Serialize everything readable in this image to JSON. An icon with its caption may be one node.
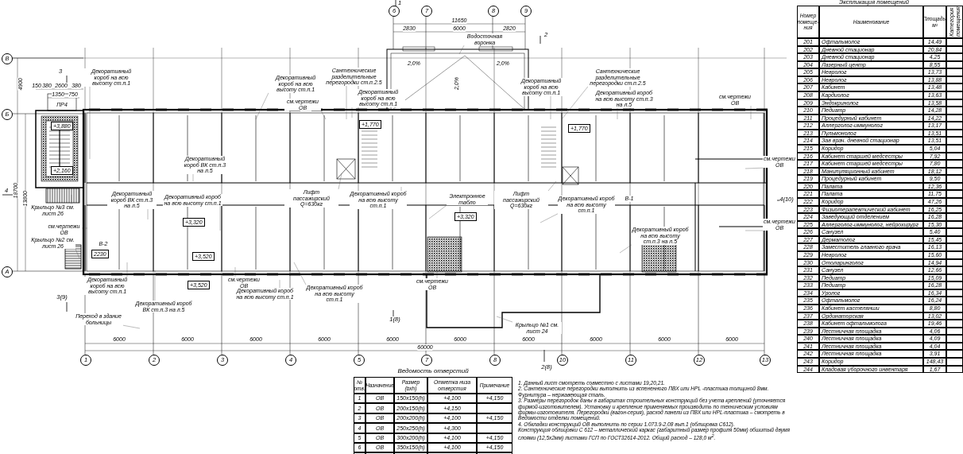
{
  "diagram": {
    "nodes": [
      {
        "text": [
          "Декоративный короб на всю высоту ст.п.1"
        ]
      },
      {
        "text": [
          "Сантехнические разделительные перегородки ст.п.2.5"
        ]
      },
      {
        "text": [
          "Декоративный короб на всю высоту ст.п.1"
        ]
      },
      {
        "text": [
          "Декоративный короб на всю высоту ст.п.1"
        ]
      },
      {
        "text": [
          "Сантехнические разделительные перегородки ст.п.2.5"
        ]
      },
      {
        "text": [
          "Декоративный короб на всю высоту ст.п.1"
        ]
      },
      {
        "text": [
          "Декоративный короб на всю высоту ст.п.3 на л.5"
        ]
      },
      {
        "text": [
          "см.чертежи ОВ"
        ]
      },
      {
        "text": [
          "см.чертежи ОВ"
        ]
      },
      {
        "text": [
          "Декоративный короб ВК ст.п.3 на л.5"
        ]
      },
      {
        "text": [
          "Декоративный короб ВК ст.п.3 на л.5"
        ]
      },
      {
        "text": [
          "Декоративный короб на всю высоту ст.п.1"
        ]
      },
      {
        "text": [
          "Лифт пассажирский Q=630кг"
        ]
      },
      {
        "text": [
          "Декоративный короб на всю высоту ст.п.1"
        ]
      },
      {
        "text": [
          "Электронное табло"
        ]
      },
      {
        "text": [
          "Лифт пассажирский Q=630кг"
        ]
      },
      {
        "text": [
          "Декоративный короб на всю высоту ст.п.1"
        ]
      },
      {
        "text": [
          "см.чертежи ОВ"
        ]
      },
      {
        "text": [
          "см.чертежи ОВ"
        ]
      },
      {
        "text": [
          "Декоративный короб на всю высоту ст.п.3 на л.5"
        ]
      },
      {
        "text": [
          "Крыльцо №3 см. лист 26"
        ]
      },
      {
        "text": [
          "см.чертежи ОВ"
        ]
      },
      {
        "text": [
          "Крыльцо №2 см. лист 26"
        ]
      },
      {
        "text": [
          "Декоративный короб на всю высоту ст.п.1"
        ]
      },
      {
        "text": [
          "Декоративный короб ВК ст.п.3 на л.5"
        ]
      },
      {
        "text": [
          "см.чертежи ОВ"
        ]
      },
      {
        "text": [
          "Декоративный короб на всю высоту ст.п.1"
        ]
      },
      {
        "text": [
          "Декоративный короб на всю высоту ст.п.1"
        ]
      },
      {
        "text": [
          "Переход в здание больницы"
        ]
      },
      {
        "text": [
          "Крыльцо №1 см. лист 24"
        ]
      },
      {
        "text": [
          "Водосточная воронка"
        ]
      },
      {
        "text": [
          "см.чертежи ОВ"
        ]
      }
    ],
    "edges": [
      {
        "from": 0,
        "to": null,
        "arrow": "none"
      },
      {
        "from": 1,
        "to": null,
        "arrow": "none"
      },
      {
        "from": 2,
        "to": null,
        "arrow": "none"
      },
      {
        "from": 3,
        "to": null,
        "arrow": "none"
      },
      {
        "from": 4,
        "to": null,
        "arrow": "none"
      },
      {
        "from": 5,
        "to": null,
        "arrow": "none"
      },
      {
        "from": 6,
        "to": null,
        "arrow": "none"
      },
      {
        "from": 7,
        "to": null,
        "arrow": "none"
      },
      {
        "from": 8,
        "to": null,
        "arrow": "none"
      },
      {
        "from": 9,
        "to": null,
        "arrow": "none"
      },
      {
        "from": 10,
        "to": null,
        "arrow": "none"
      },
      {
        "from": 11,
        "to": null,
        "arrow": "none"
      },
      {
        "from": 12,
        "to": null,
        "arrow": "none"
      },
      {
        "from": 13,
        "to": null,
        "arrow": "none"
      },
      {
        "from": 14,
        "to": null,
        "arrow": "none"
      },
      {
        "from": 15,
        "to": null,
        "arrow": "none"
      },
      {
        "from": 16,
        "to": null,
        "arrow": "none"
      },
      {
        "from": 17,
        "to": null,
        "arrow": "none"
      },
      {
        "from": 18,
        "to": null,
        "arrow": "none"
      },
      {
        "from": 19,
        "to": null,
        "arrow": "none"
      },
      {
        "from": 20,
        "to": null,
        "arrow": "none"
      },
      {
        "from": 21,
        "to": null,
        "arrow": "none"
      },
      {
        "from": 22,
        "to": null,
        "arrow": "none"
      },
      {
        "from": 23,
        "to": null,
        "arrow": "none"
      },
      {
        "from": 24,
        "to": null,
        "arrow": "none"
      },
      {
        "from": 25,
        "to": null,
        "arrow": "none"
      },
      {
        "from": 26,
        "to": null,
        "arrow": "none"
      },
      {
        "from": 27,
        "to": null,
        "arrow": "none"
      },
      {
        "from": 28,
        "to": null,
        "arrow": "none"
      },
      {
        "from": 29,
        "to": null,
        "arrow": "none"
      },
      {
        "from": 30,
        "to": null,
        "arrow": "none"
      },
      {
        "from": 31,
        "to": null,
        "arrow": "none"
      }
    ],
    "labels": [
      "1",
      "6",
      "7",
      "8",
      "9",
      "11650",
      "2830",
      "6000",
      "2820",
      "2",
      "В",
      "2,0%",
      "2,0%",
      "4900",
      "3",
      "150",
      "380",
      "2600",
      "380",
      "1350",
      "750",
      "2,0%",
      "ПР4",
      "Б",
      "+3,880",
      "+1,770",
      "+1,770",
      "+2,160",
      "18700",
      "13800",
      "4",
      "В-1",
      "4(10)",
      "+3,320",
      "+3,320",
      "В-2",
      "2230",
      "+3,520",
      "А",
      "+3,520",
      "3(9)",
      "1(8)",
      "6000",
      "6000",
      "6000",
      "6000",
      "6000",
      "6000",
      "6000",
      "6000",
      "6000",
      "6000",
      "60000",
      "1",
      "2",
      "3",
      "4",
      "5",
      "7",
      "8",
      "10",
      "11",
      "12",
      "13",
      "2(8)",
      "Экспликация помещений",
      "Номер помеще-ния",
      "Наименование",
      "Площадь, м²",
      "Категория помещения",
      "201",
      "Офтальмолог",
      "14,49",
      "202",
      "Дневной стационар",
      "20,84",
      "203",
      "Дневной стационар",
      "4,25",
      "204",
      "Лазерный центр",
      "8,55",
      "205",
      "Невролог",
      "13,73",
      "206",
      "Невролог",
      "13,88",
      "207",
      "Кабинет",
      "13,48",
      "208",
      "Кардиолог",
      "13,63",
      "209",
      "Эндокринолог",
      "13,58",
      "210",
      "Педиатр",
      "14,28",
      "211",
      "Процедурный кабинет",
      "14,22",
      "212",
      "Аллерголог-иммунолог",
      "13,17",
      "213",
      "Пульмонолог",
      "13,51",
      "214",
      "Зав врач. дневной стационар",
      "13,51",
      "215",
      "Коридор",
      "5,04",
      "216",
      "Кабинет старшей медсестры",
      "7,92",
      "217",
      "Кабинет старшей медсестры",
      "7,80",
      "218",
      "Манипуляционный кабинет",
      "18,12",
      "219",
      "Процедурный кабинет",
      "9,50",
      "220",
      "Палата",
      "12,36",
      "221",
      "Палата",
      "11,75",
      "222",
      "Коридор",
      "47,26",
      "223",
      "Физиотерапевтический кабинет",
      "16,25",
      "224",
      "Заведующий отделением",
      "16,28",
      "225",
      "Аллерголог-иммунолог, нейрохирург",
      "15,30",
      "226",
      "Санузел",
      "5,40",
      "227",
      "Дерматолог",
      "15,45",
      "228",
      "Заместитель главного врача",
      "16,13",
      "229",
      "Невролог",
      "15,60",
      "230",
      "Отоларинголог",
      "14,94",
      "231",
      "Санузел",
      "12,66",
      "232",
      "Педиатр",
      "15,09",
      "233",
      "Педиатр",
      "16,28",
      "234",
      "Уролог",
      "16,34",
      "235",
      "Офтальмолог",
      "16,24",
      "236",
      "Кабинет кастелянши",
      "8,80",
      "237",
      "Ординаторская",
      "13,02",
      "238",
      "Кабинет офтальмолога",
      "19,46",
      "239",
      "Лестничная площадка",
      "4,06",
      "240",
      "Лестничная площадка",
      "4,09",
      "241",
      "Лестничная площадка",
      "4,04",
      "242",
      "Лестничная площадка",
      "3,91",
      "243",
      "Коридор",
      "148,43",
      "244",
      "Кладовая уборочного инвентаря",
      "1,67",
      "Ведомость отверстий",
      "№ отв.",
      "Назначение",
      "Размер (bxh)",
      "Отметка низа отверстия",
      "Примечание",
      "1",
      "ОВ",
      "150х150(h)",
      "+4,100",
      "+4,150",
      "2",
      "ОВ",
      "200х150(h)",
      "+4,150",
      "3",
      "ОВ",
      "200х200(h)",
      "+4,100",
      "+4,150",
      "4",
      "ОВ",
      "250х250(h)",
      "+4,300",
      "5",
      "ОВ",
      "300х200(h)",
      "+4,100",
      "+4,150",
      "6",
      "ОВ",
      "350х150(h)",
      "+4,100",
      "+4,150",
      "1. Данный лист смотреть совместно с листами 19,20,21.",
      "2. Сантехнические перегородки выполнить из вспененного ПВХ или HPL -пластика толщиной 8мм. Фурнитура – нержавеющая сталь.",
      "3. Размеры перегородок даны в габаритах строительных конструкций без учета креплений (уточняется фирмой-изготовителем). Установку и крепление применяемых производить по техническим условиям фирмы-изготовителя. Перегородки (вагон-серия), расход панели из ПВХ или HPL-пластика – смотреть в Ведомости отделки помещений.",
      "4. Обкладки конструкций ОВ выполнить по серии 1.073.9-2.08 вып.1 (облицовка С612).",
      "Конструкция облицовки С 612 – металлический каркас (габаритный размер профиля 50мм) обшитый двумя слоями (12,5х2мм) листами ГСП по ГОСТ32614-2012. Общий расход – 128,0 м$^{2}$."
    ]
  }
}
